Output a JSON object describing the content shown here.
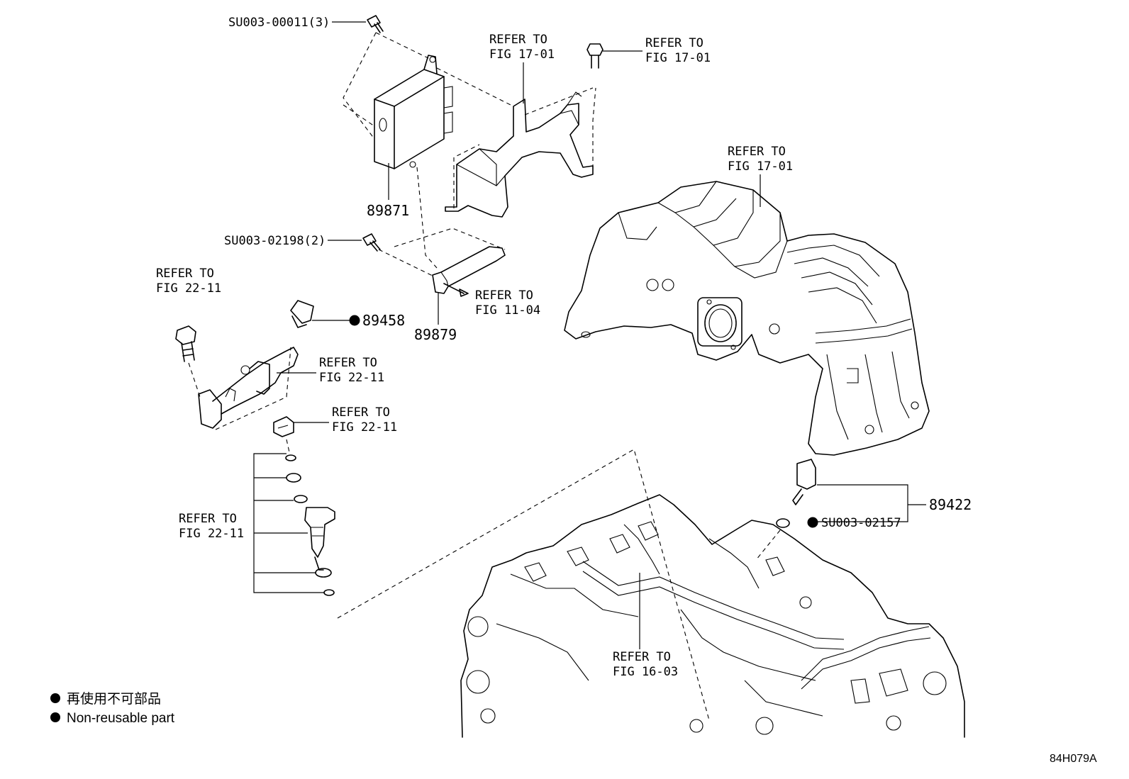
{
  "diagram": {
    "code": "84H079A",
    "legend": {
      "line1": "再使用不可部品",
      "line2": "Non-reusable part"
    },
    "labels": {
      "bolt_top": "SU003-00011(3)",
      "refer_top_a1": "REFER TO",
      "refer_top_a2": "FIG 17-01",
      "refer_top_b1": "REFER TO",
      "refer_top_b2": "FIG 17-01",
      "refer_manifold1": "REFER TO",
      "refer_manifold2": "FIG 17-01",
      "part_ecu": "89871",
      "bolt_mid": "SU003-02198(2)",
      "refer_bracket1": "REFER TO",
      "refer_bracket2": "FIG 11-04",
      "part_bracket": "89879",
      "refer_left1": "REFER TO",
      "refer_left2": "FIG 22-11",
      "part_sensor": "89458",
      "refer_rail1": "REFER TO",
      "refer_rail2": "FIG 22-11",
      "refer_clip1": "REFER TO",
      "refer_clip2": "FIG 22-11",
      "refer_injector1": "REFER TO",
      "refer_injector2": "FIG 22-11",
      "part_temp_sensor": "89422",
      "gasket": "SU003-02157",
      "refer_engine1": "REFER TO",
      "refer_engine2": "FIG 16-03"
    }
  }
}
